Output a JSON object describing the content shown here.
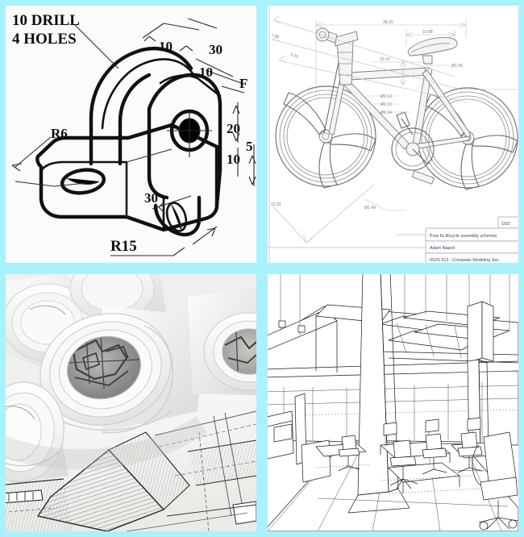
{
  "collage": {
    "border_color": "#aaf2fb",
    "panel_count": 4,
    "panels": [
      {
        "id": "mechanical-part",
        "kind": "isometric-technical-drawing"
      },
      {
        "id": "bicycle-cad",
        "kind": "cad-assembly-schematic"
      },
      {
        "id": "rolled-blueprints",
        "kind": "photograph"
      },
      {
        "id": "office-interior",
        "kind": "line-perspective-rendering"
      }
    ]
  },
  "mechanical_part": {
    "notes": {
      "line1": "10 DRILL",
      "line2": "4 HOLES"
    },
    "dimensions": {
      "top_10": "10",
      "top_30": "30",
      "second_10": "10",
      "right_20": "20",
      "right_10": "10",
      "right_5": "5",
      "lower_30": "30"
    },
    "radii": {
      "r6": "R6",
      "r15": "R15"
    },
    "view_label": "F"
  },
  "bicycle_cad": {
    "dimensions": {
      "overall_length": "38.15",
      "saddle_width": "10.08",
      "top_tube": "20.10",
      "angle_a": "7.69",
      "angle_b": "3.56",
      "lower_left": "72.91"
    },
    "diameters": {
      "seatpost": "Ø1.05",
      "tube_1": "Ø1.13",
      "tube_2": "Ø1.13",
      "tube_3": "Ø1.14",
      "crank": "Ø1.49"
    },
    "title_block": {
      "date": "10/2",
      "title": "Pure fix Bicycle assembly schemat",
      "author": "Adam Napoli",
      "course": "IDUS 313 - Computer Modeling Sec"
    }
  },
  "rolled_blueprints": {
    "description": "Rolled architectural drawings resting on an unrolled floor plan",
    "roll_count": 6
  },
  "office_interior": {
    "description": "Line-drawing perspective of an open-plan office interior",
    "elements": [
      "structural columns",
      "ceiling panels",
      "suspended rods",
      "workstations",
      "office chairs",
      "partitions"
    ]
  }
}
